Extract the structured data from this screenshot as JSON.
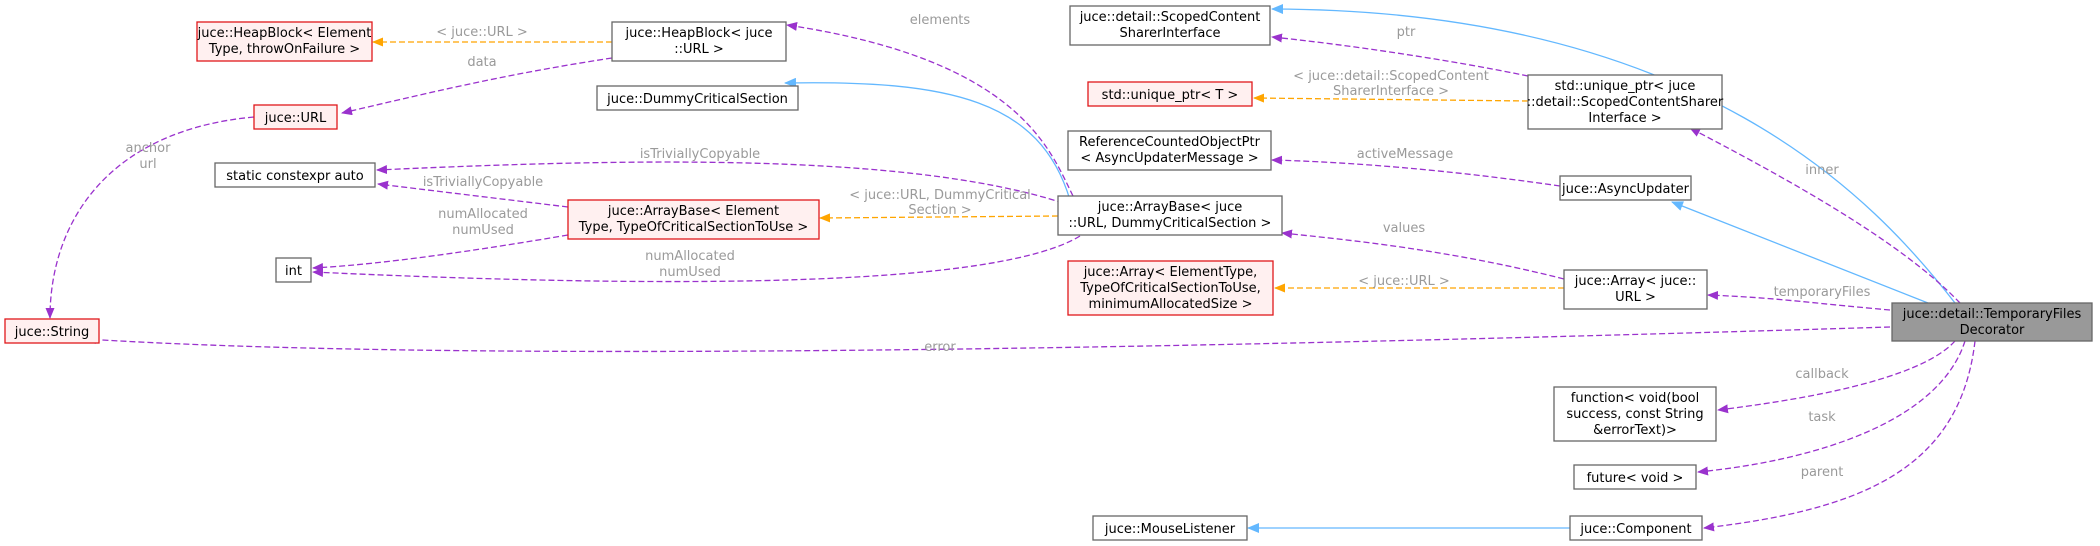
{
  "nodes": {
    "heapblock_elem": [
      "juce::HeapBlock< Element",
      "Type, throwOnFailure >"
    ],
    "heapblock_url": [
      "juce::HeapBlock< juce",
      "::URL >"
    ],
    "dummy_cs": [
      "juce::DummyCriticalSection"
    ],
    "url": [
      "juce::URL"
    ],
    "static_auto": [
      "static constexpr auto"
    ],
    "arraybase_elem": [
      "juce::ArrayBase< Element",
      "Type, TypeOfCriticalSectionToUse >"
    ],
    "int": [
      "int"
    ],
    "string": [
      "juce::String"
    ],
    "arraybase_url": [
      "juce::ArrayBase< juce",
      "::URL, DummyCriticalSection >"
    ],
    "scoped_sharer": [
      "juce::detail::ScopedContent",
      "SharerInterface"
    ],
    "unique_ptr_t": [
      "std::unique_ptr< T >"
    ],
    "refcounted": [
      "ReferenceCountedObjectPtr",
      "< AsyncUpdaterMessage >"
    ],
    "array_elem": [
      "juce::Array< ElementType,",
      "TypeOfCriticalSectionToUse,",
      "minimumAllocatedSize >"
    ],
    "unique_ptr_scoped": [
      "std::unique_ptr< juce",
      "::detail::ScopedContentSharer",
      "Interface >"
    ],
    "async_updater": [
      "juce::AsyncUpdater"
    ],
    "array_url": [
      "juce::Array< juce::",
      "URL >"
    ],
    "function_void": [
      "function< void(bool",
      "success, const String",
      "&errorText)>"
    ],
    "future_void": [
      "future< void >"
    ],
    "mouse_listener": [
      "juce::MouseListener"
    ],
    "component": [
      "juce::Component"
    ],
    "temp_files": [
      "juce::detail::TemporaryFiles",
      "Decorator"
    ]
  },
  "edges": {
    "tpl_url_heap": [
      "< juce::URL >"
    ],
    "data": [
      "data"
    ],
    "elements": [
      "elements"
    ],
    "anchor_url": [
      "anchor",
      "url"
    ],
    "is_trivially_1": [
      "isTriviallyCopyable"
    ],
    "is_trivially_2": [
      "isTriviallyCopyable"
    ],
    "num_alloc_1": [
      "numAllocated",
      "numUsed"
    ],
    "num_alloc_2": [
      "numAllocated",
      "numUsed"
    ],
    "tpl_url_dummy": [
      "< juce::URL, DummyCritical",
      "Section >"
    ],
    "ptr": [
      "ptr"
    ],
    "tpl_scoped": [
      "< juce::detail::ScopedContent",
      "SharerInterface >"
    ],
    "active_message": [
      "activeMessage"
    ],
    "values": [
      "values"
    ],
    "tpl_url_array": [
      "< juce::URL >"
    ],
    "inner": [
      "inner"
    ],
    "temporary_files": [
      "temporaryFiles"
    ],
    "error": [
      "error"
    ],
    "callback": [
      "callback"
    ],
    "task": [
      "task"
    ],
    "parent": [
      "parent"
    ]
  },
  "colors": {
    "usage_edge": "#9a32cd",
    "template_edge": "#ffa500",
    "inherit_edge": "#63b8ff",
    "node_border": "#666666",
    "node_border_red": "#e0181b",
    "node_fill_red": "#fff0f0",
    "focus_fill": "#999999",
    "edge_label": "#9a9a9a"
  }
}
